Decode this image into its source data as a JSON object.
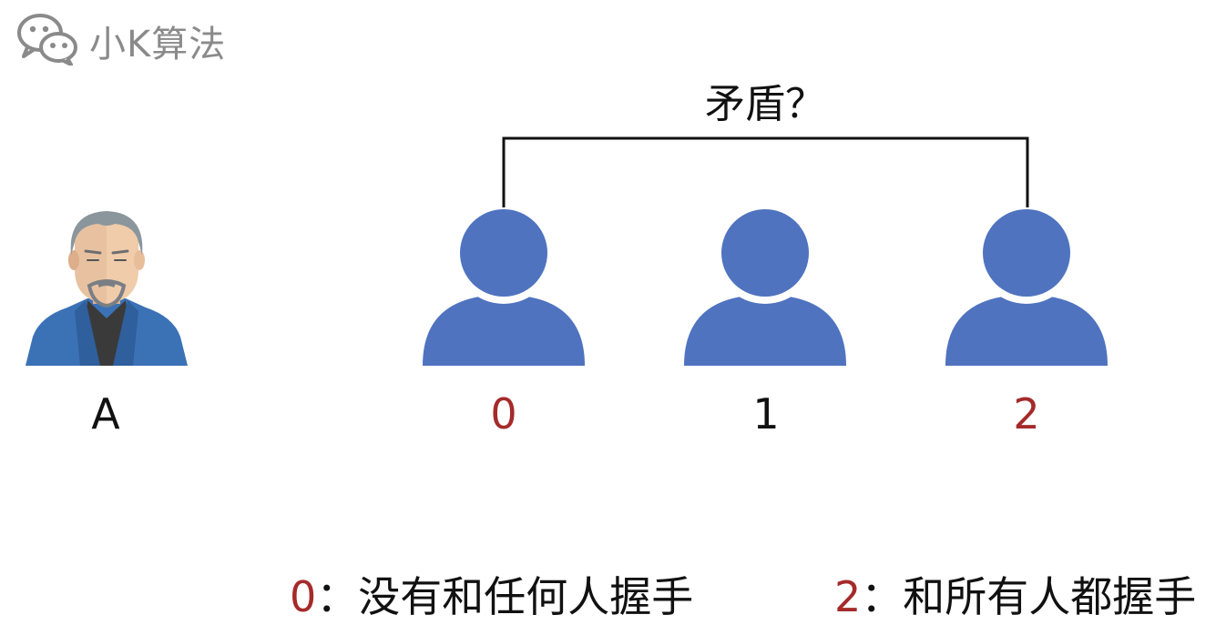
{
  "watermark": {
    "text": "小K算法",
    "icon": "wechat-icon"
  },
  "question": "矛盾？",
  "person_a": {
    "label": "A",
    "icon": "man-avatar-icon"
  },
  "people": [
    {
      "label": "0",
      "color": "#a52a2a",
      "icon": "person-icon"
    },
    {
      "label": "1",
      "color": "#111111",
      "icon": "person-icon"
    },
    {
      "label": "2",
      "color": "#a52a2a",
      "icon": "person-icon"
    }
  ],
  "legend": [
    {
      "num": "0",
      "sep": "：",
      "text": "没有和任何人握手"
    },
    {
      "num": "2",
      "sep": "：",
      "text": "和所有人都握手"
    }
  ],
  "colors": {
    "person_fill": "#4f73bf",
    "highlight": "#a52a2a",
    "text": "#111111",
    "watermark": "#8a8a8a"
  }
}
